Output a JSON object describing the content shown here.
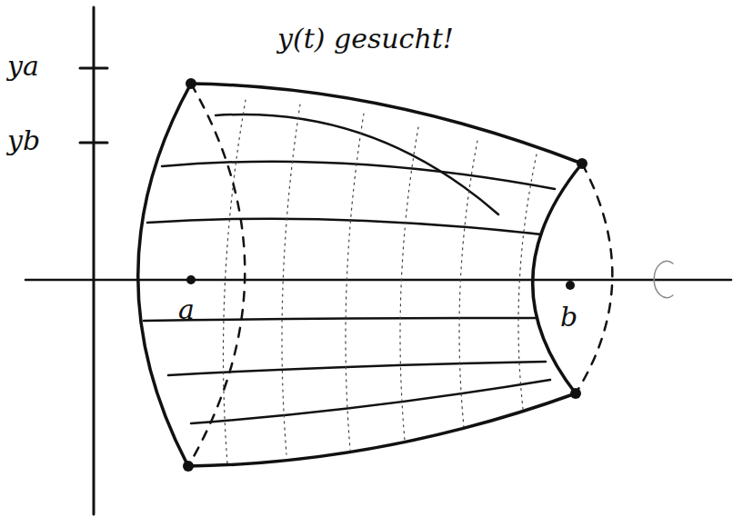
{
  "diagram": {
    "labels": [
      "y(t) gesucht!",
      "ya",
      "yb",
      "a",
      "b"
    ]
  }
}
